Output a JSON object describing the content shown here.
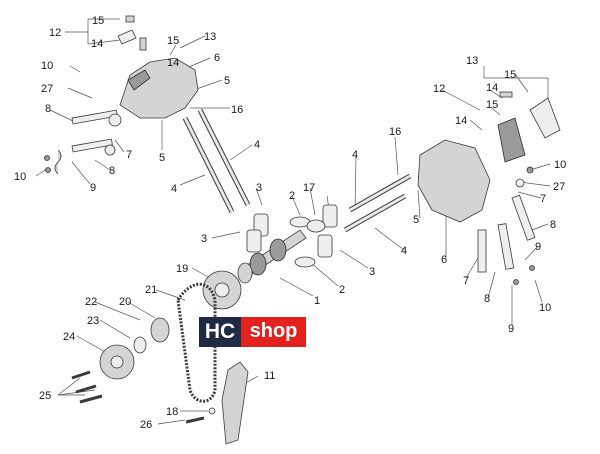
{
  "watermark": {
    "left": "HC",
    "right": "shop"
  },
  "callouts": [
    {
      "id": "c-15-a",
      "text": "15"
    },
    {
      "id": "c-12-a",
      "text": "12"
    },
    {
      "id": "c-14-a",
      "text": "14"
    },
    {
      "id": "c-13-a",
      "text": "13"
    },
    {
      "id": "c-15-b",
      "text": "15"
    },
    {
      "id": "c-14-b",
      "text": "14"
    },
    {
      "id": "c-6-a",
      "text": "6"
    },
    {
      "id": "c-10-a",
      "text": "10"
    },
    {
      "id": "c-5-a",
      "text": "5"
    },
    {
      "id": "c-27-a",
      "text": "27"
    },
    {
      "id": "c-16-a",
      "text": "16"
    },
    {
      "id": "c-8-a",
      "text": "8"
    },
    {
      "id": "c-7-a",
      "text": "7"
    },
    {
      "id": "c-5-b",
      "text": "5"
    },
    {
      "id": "c-4-a",
      "text": "4"
    },
    {
      "id": "c-10-b",
      "text": "10"
    },
    {
      "id": "c-9-a",
      "text": "9"
    },
    {
      "id": "c-8-b",
      "text": "8"
    },
    {
      "id": "c-4-b",
      "text": "4"
    },
    {
      "id": "c-3-a",
      "text": "3"
    },
    {
      "id": "c-2-a",
      "text": "2"
    },
    {
      "id": "c-17-a",
      "text": "17"
    },
    {
      "id": "c-3-b",
      "text": "3"
    },
    {
      "id": "c-19",
      "text": "19"
    },
    {
      "id": "c-21",
      "text": "21"
    },
    {
      "id": "c-1",
      "text": "1"
    },
    {
      "id": "c-2-b",
      "text": "2"
    },
    {
      "id": "c-3-c",
      "text": "3"
    },
    {
      "id": "c-22",
      "text": "22"
    },
    {
      "id": "c-20",
      "text": "20"
    },
    {
      "id": "c-23",
      "text": "23"
    },
    {
      "id": "c-24",
      "text": "24"
    },
    {
      "id": "c-25",
      "text": "25"
    },
    {
      "id": "c-11",
      "text": "11"
    },
    {
      "id": "c-18",
      "text": "18"
    },
    {
      "id": "c-26",
      "text": "26"
    },
    {
      "id": "c-13-b",
      "text": "13"
    },
    {
      "id": "c-15-c",
      "text": "15"
    },
    {
      "id": "c-12-b",
      "text": "12"
    },
    {
      "id": "c-14-c",
      "text": "14"
    },
    {
      "id": "c-15-d",
      "text": "15"
    },
    {
      "id": "c-14-d",
      "text": "14"
    },
    {
      "id": "c-16-b",
      "text": "16"
    },
    {
      "id": "c-4-c",
      "text": "4"
    },
    {
      "id": "c-10-c",
      "text": "10"
    },
    {
      "id": "c-27-b",
      "text": "27"
    },
    {
      "id": "c-7-b",
      "text": "7"
    },
    {
      "id": "c-5-c",
      "text": "5"
    },
    {
      "id": "c-8-c",
      "text": "8"
    },
    {
      "id": "c-4-d",
      "text": "4"
    },
    {
      "id": "c-6-b",
      "text": "6"
    },
    {
      "id": "c-7-c",
      "text": "7"
    },
    {
      "id": "c-9-b",
      "text": "9"
    },
    {
      "id": "c-8-d",
      "text": "8"
    },
    {
      "id": "c-10-d",
      "text": "10"
    },
    {
      "id": "c-9-c",
      "text": "9"
    }
  ]
}
